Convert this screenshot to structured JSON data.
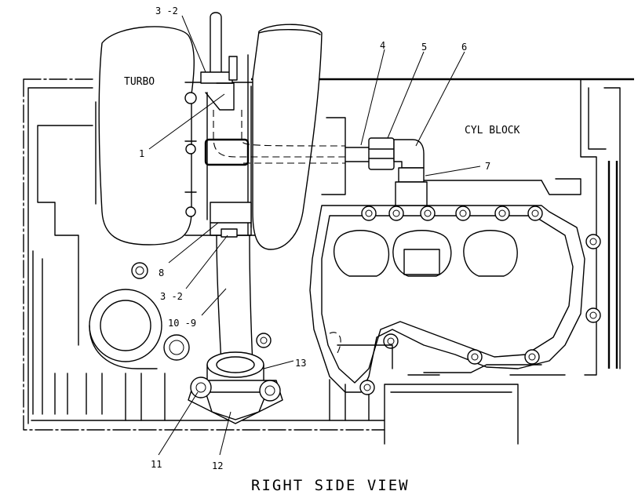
{
  "diagram": {
    "title": "RIGHT SIDE VIEW",
    "component_labels": {
      "turbo": "TURBO",
      "cyl_block": "CYL BLOCK"
    },
    "callouts": {
      "c3_2_top": "3 -2",
      "c1": "1",
      "c4": "4",
      "c5": "5",
      "c6": "6",
      "c7": "7",
      "c8": "8",
      "c3_2_bottom": "3 -2",
      "c10_9": "10 -9",
      "c13": "13",
      "c11": "11",
      "c12": "12"
    }
  }
}
